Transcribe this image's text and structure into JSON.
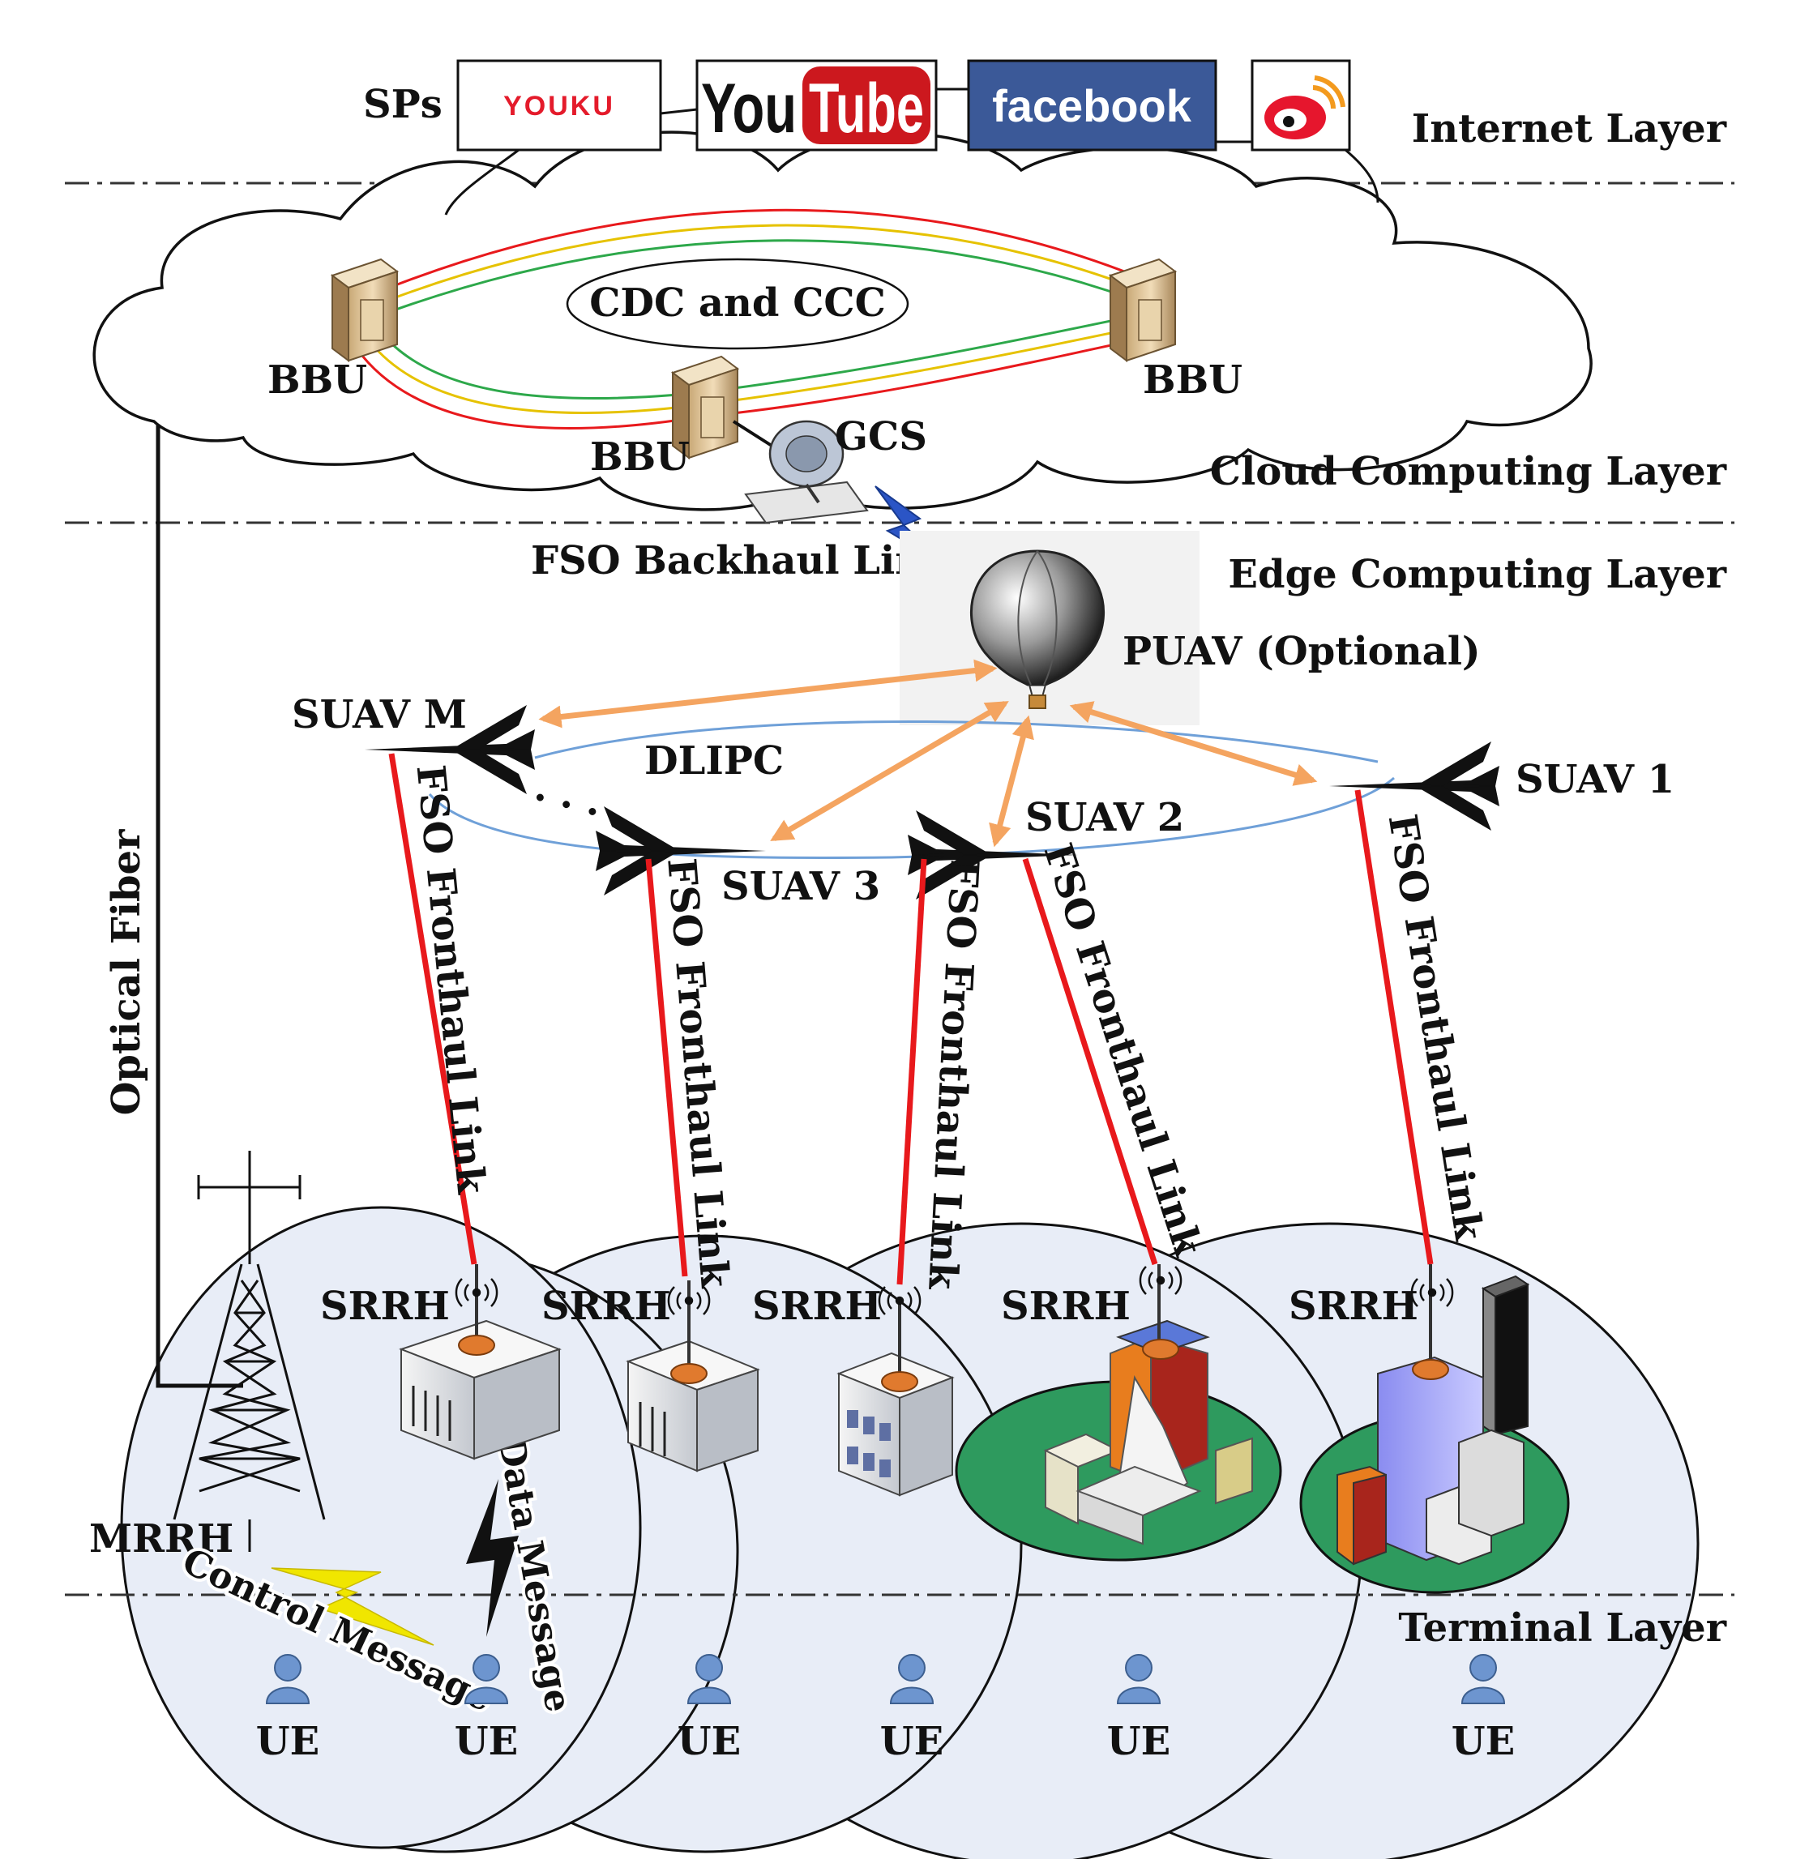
{
  "layers": {
    "internet": "Internet Layer",
    "cloud": "Cloud Computing Layer",
    "edge": "Edge Computing Layer",
    "terminal": "Terminal Layer"
  },
  "sps": {
    "label": "SPs",
    "youku": "YOUKU",
    "youtube_you": "You",
    "youtube_tube": "Tube",
    "facebook": "facebook"
  },
  "cloud": {
    "cdc_ccc": "CDC and CCC",
    "bbu": "BBU",
    "gcs": "GCS"
  },
  "links": {
    "fso_backhaul": "FSO Backhaul Link",
    "fso_fronthaul": "FSO Fronthaul Link",
    "optical_fiber": "Optical Fiber",
    "dlipc": "DLIPC",
    "ellipsis": "· · ·"
  },
  "uav": {
    "puav": "PUAV (Optional)",
    "suav_m": "SUAV M",
    "suav_1": "SUAV 1",
    "suav_2": "SUAV 2",
    "suav_3": "SUAV 3"
  },
  "terminal": {
    "srrh": "SRRH",
    "mrrh": "MRRH",
    "ue": "UE",
    "control_message": "Control Message",
    "data_message": "Data Message"
  },
  "colors": {
    "fronthaul": "#e8191c",
    "uav_arrow": "#f4a460",
    "dlipc_ring": "#6fa0d8",
    "cell_fill": "#e8edf7",
    "youtube_red": "#cc181e",
    "facebook_blue": "#3b5998",
    "weibo_red": "#e6162d"
  }
}
